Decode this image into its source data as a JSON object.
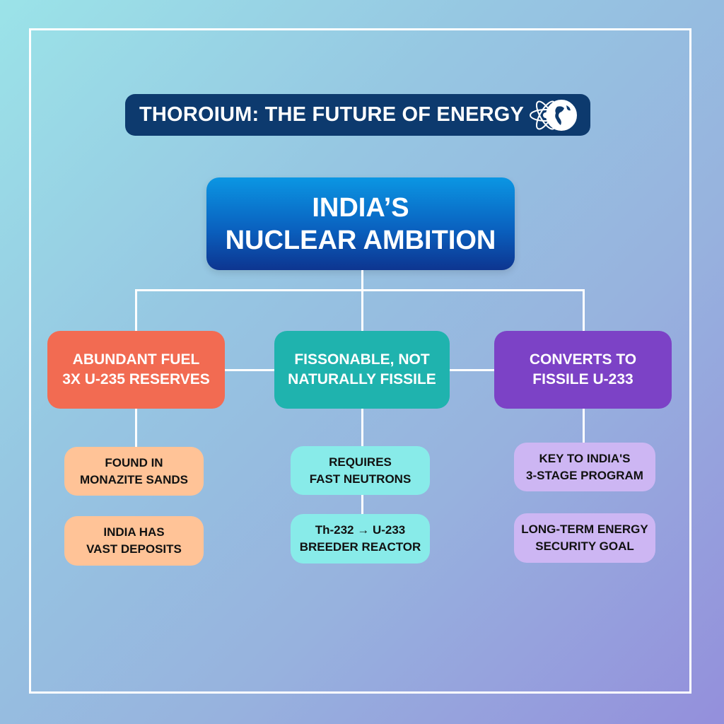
{
  "header": {
    "title": "THOROIUM: THE FUTURE OF ENERGY",
    "icon": "atom-globe-icon"
  },
  "root": {
    "line1": "INDIA’S",
    "line2": "NUCLEAR AMBITION",
    "color": "#0a62c0"
  },
  "branches": [
    {
      "line1": "ABUNDANT FUEL",
      "line2": "3X U-235 RESERVES",
      "color": "#f26b52",
      "children": [
        {
          "line1": "FOUND IN",
          "line2": "MONAZITE SANDS",
          "color": "#ffc397"
        },
        {
          "line1": "INDIA HAS",
          "line2": "VAST DEPOSITS",
          "color": "#ffc397"
        }
      ]
    },
    {
      "line1": "FISSONABLE, NOT",
      "line2": "NATURALLY FISSILE",
      "color": "#1fb3ae",
      "children": [
        {
          "line1": "REQUIRES",
          "line2": "FAST NEUTRONS",
          "color": "#88ebe9"
        },
        {
          "line1": "Th-232 → U-233",
          "line2": "BREEDER REACTOR",
          "color": "#88ebe9"
        }
      ]
    },
    {
      "line1": "CONVERTS TO",
      "line2": "FISSILE U-233",
      "color": "#7c42c6",
      "children": [
        {
          "line1": "KEY TO INDIA'S",
          "line2": "3-STAGE PROGRAM",
          "color": "#cdb6f3"
        },
        {
          "line1": "LONG-TERM ENERGY",
          "line2": "SECURITY GOAL",
          "color": "#cdb6f3"
        }
      ]
    }
  ],
  "colors": {
    "title_bar": "#0d3a6e",
    "connector": "#ffffff",
    "frame": "#ffffff"
  }
}
